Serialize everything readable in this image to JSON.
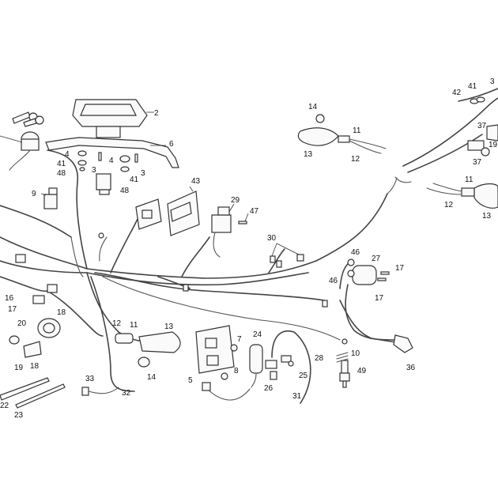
{
  "diagram": {
    "callouts": [
      {
        "id": "c2",
        "label": "2"
      },
      {
        "id": "c6",
        "label": "6"
      },
      {
        "id": "c4a",
        "label": "4"
      },
      {
        "id": "c41a",
        "label": "41"
      },
      {
        "id": "c48a",
        "label": "48"
      },
      {
        "id": "c3a",
        "label": "3"
      },
      {
        "id": "c4b",
        "label": "4"
      },
      {
        "id": "c3b",
        "label": "3"
      },
      {
        "id": "c41b",
        "label": "41"
      },
      {
        "id": "c48b",
        "label": "48"
      },
      {
        "id": "c9",
        "label": "9"
      },
      {
        "id": "c43",
        "label": "43"
      },
      {
        "id": "c29",
        "label": "29"
      },
      {
        "id": "c47",
        "label": "47"
      },
      {
        "id": "c30",
        "label": "30"
      },
      {
        "id": "c14a",
        "label": "14"
      },
      {
        "id": "c13a",
        "label": "13"
      },
      {
        "id": "c11a",
        "label": "11"
      },
      {
        "id": "c12a",
        "label": "12"
      },
      {
        "id": "c42",
        "label": "42"
      },
      {
        "id": "c41c",
        "label": "41"
      },
      {
        "id": "c3c",
        "label": "3"
      },
      {
        "id": "c37a",
        "label": "37"
      },
      {
        "id": "c19a",
        "label": "19"
      },
      {
        "id": "c37b",
        "label": "37"
      },
      {
        "id": "c11b",
        "label": "11"
      },
      {
        "id": "c12b",
        "label": "12"
      },
      {
        "id": "c13b",
        "label": "13"
      },
      {
        "id": "c46a",
        "label": "46"
      },
      {
        "id": "c27",
        "label": "27"
      },
      {
        "id": "c17a",
        "label": "17"
      },
      {
        "id": "c46b",
        "label": "46"
      },
      {
        "id": "c17b",
        "label": "17"
      },
      {
        "id": "c16",
        "label": "16"
      },
      {
        "id": "c17c",
        "label": "17"
      },
      {
        "id": "c18a",
        "label": "18"
      },
      {
        "id": "c20",
        "label": "20"
      },
      {
        "id": "c19b",
        "label": "19"
      },
      {
        "id": "c18b",
        "label": "18"
      },
      {
        "id": "c12c",
        "label": "12"
      },
      {
        "id": "c11c",
        "label": "11"
      },
      {
        "id": "c13c",
        "label": "13"
      },
      {
        "id": "c14b",
        "label": "14"
      },
      {
        "id": "c7",
        "label": "7"
      },
      {
        "id": "c24",
        "label": "24"
      },
      {
        "id": "c28",
        "label": "28"
      },
      {
        "id": "c10",
        "label": "10"
      },
      {
        "id": "c49",
        "label": "49"
      },
      {
        "id": "c36",
        "label": "36"
      },
      {
        "id": "c5",
        "label": "5"
      },
      {
        "id": "c8",
        "label": "8"
      },
      {
        "id": "c26",
        "label": "26"
      },
      {
        "id": "c25",
        "label": "25"
      },
      {
        "id": "c31",
        "label": "31"
      },
      {
        "id": "c33",
        "label": "33"
      },
      {
        "id": "c32",
        "label": "32"
      },
      {
        "id": "c22",
        "label": "22"
      },
      {
        "id": "c23",
        "label": "23"
      }
    ]
  }
}
